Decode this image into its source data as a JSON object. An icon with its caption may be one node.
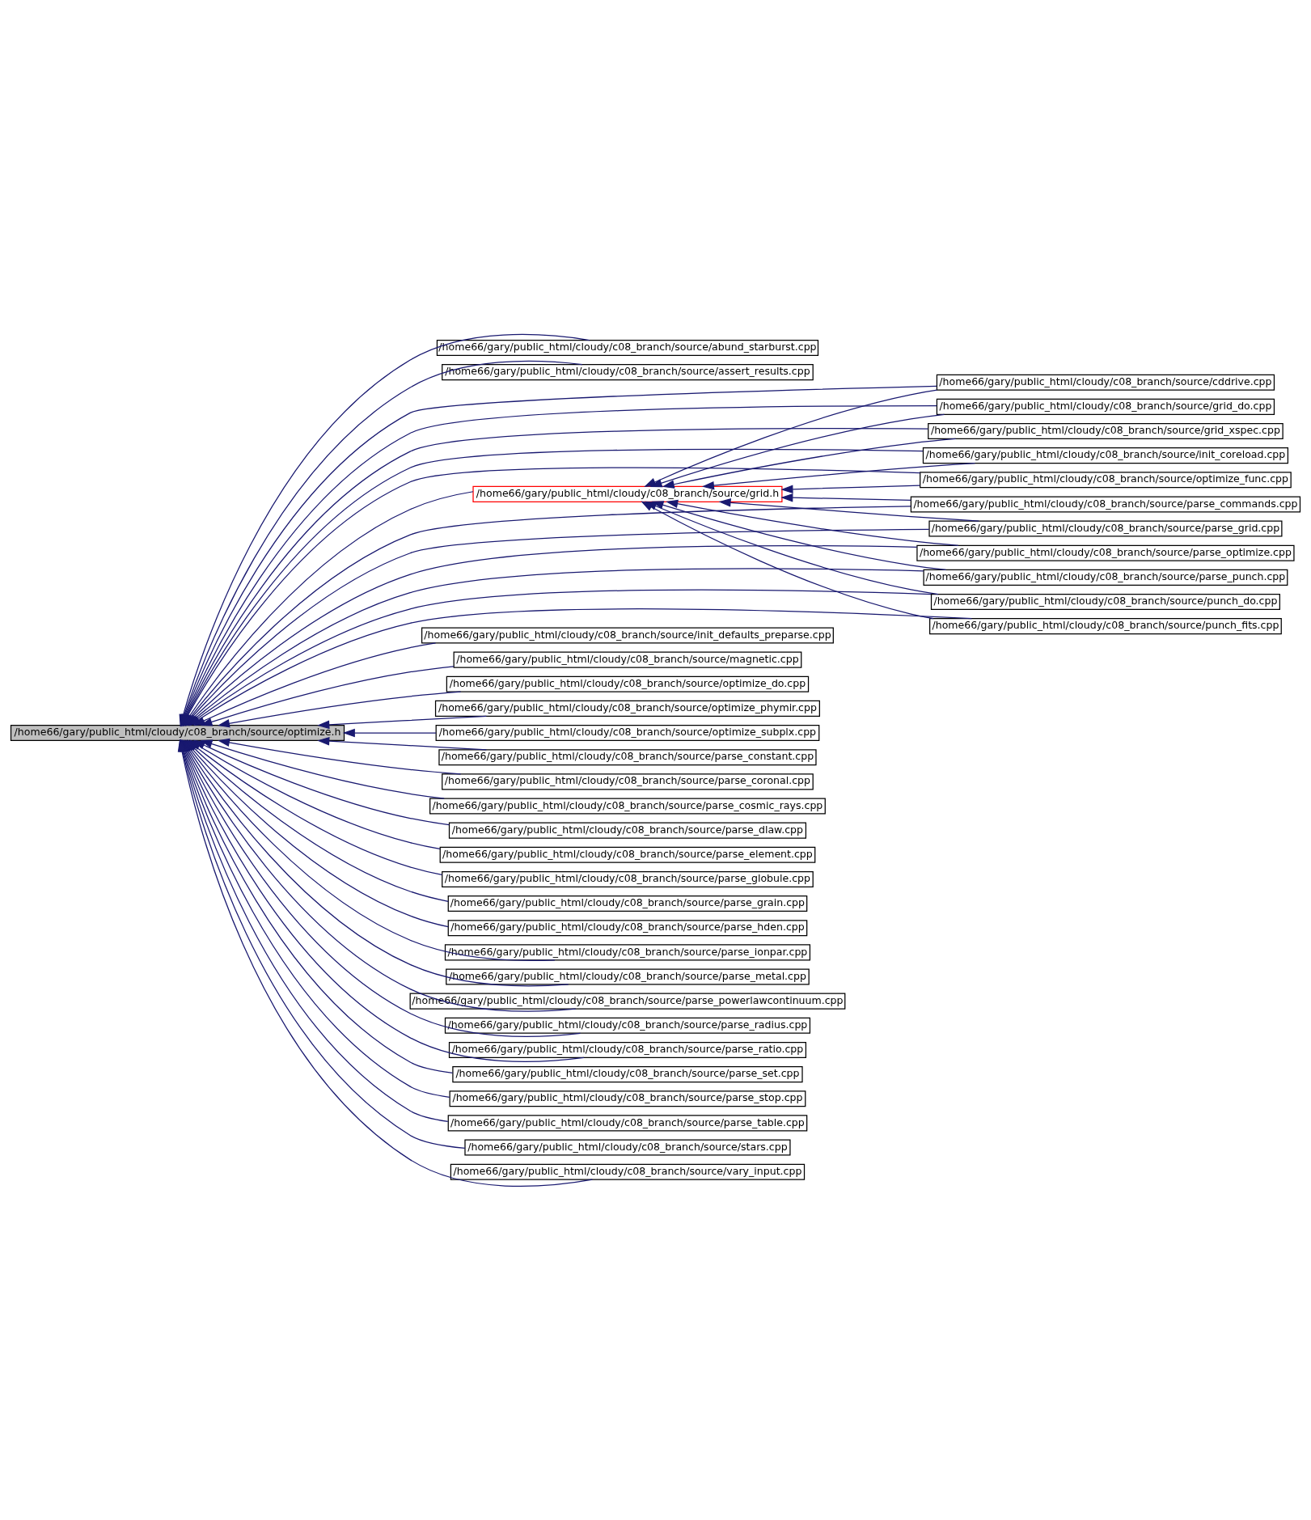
{
  "diagram": {
    "nodes": [
      {
        "text": [
          "/home66/gary/public_html/cloudy/c08_branch/source/optimize.h"
        ]
      },
      {
        "text": [
          "/home66/gary/public_html/cloudy/c08_branch/source/abund_starburst.cpp"
        ]
      },
      {
        "text": [
          "/home66/gary/public_html/cloudy/c08_branch/source/assert_results.cpp"
        ]
      },
      {
        "text": [
          "/home66/gary/public_html/cloudy/c08_branch/source/cddrive.cpp"
        ]
      },
      {
        "text": [
          "/home66/gary/public_html/cloudy/c08_branch/source/grid_do.cpp"
        ]
      },
      {
        "text": [
          "/home66/gary/public_html/cloudy/c08_branch/source/grid_xspec.cpp"
        ]
      },
      {
        "text": [
          "/home66/gary/public_html/cloudy/c08_branch/source/init_coreload.cpp"
        ]
      },
      {
        "text": [
          "/home66/gary/public_html/cloudy/c08_branch/source/optimize_func.cpp"
        ]
      },
      {
        "text": [
          "/home66/gary/public_html/cloudy/c08_branch/source/parse_commands.cpp"
        ]
      },
      {
        "text": [
          "/home66/gary/public_html/cloudy/c08_branch/source/grid.h"
        ]
      },
      {
        "text": [
          "/home66/gary/public_html/cloudy/c08_branch/source/parse_grid.cpp"
        ]
      },
      {
        "text": [
          "/home66/gary/public_html/cloudy/c08_branch/source/parse_optimize.cpp"
        ]
      },
      {
        "text": [
          "/home66/gary/public_html/cloudy/c08_branch/source/parse_punch.cpp"
        ]
      },
      {
        "text": [
          "/home66/gary/public_html/cloudy/c08_branch/source/punch_do.cpp"
        ]
      },
      {
        "text": [
          "/home66/gary/public_html/cloudy/c08_branch/source/punch_fits.cpp"
        ]
      },
      {
        "text": [
          "/home66/gary/public_html/cloudy/c08_branch/source/init_defaults_preparse.cpp"
        ]
      },
      {
        "text": [
          "/home66/gary/public_html/cloudy/c08_branch/source/magnetic.cpp"
        ]
      },
      {
        "text": [
          "/home66/gary/public_html/cloudy/c08_branch/source/optimize_do.cpp"
        ]
      },
      {
        "text": [
          "/home66/gary/public_html/cloudy/c08_branch/source/optimize_phymir.cpp"
        ]
      },
      {
        "text": [
          "/home66/gary/public_html/cloudy/c08_branch/source/optimize_subplx.cpp"
        ]
      },
      {
        "text": [
          "/home66/gary/public_html/cloudy/c08_branch/source/parse_constant.cpp"
        ]
      },
      {
        "text": [
          "/home66/gary/public_html/cloudy/c08_branch/source/parse_coronal.cpp"
        ]
      },
      {
        "text": [
          "/home66/gary/public_html/cloudy/c08_branch/source/parse_cosmic_rays.cpp"
        ]
      },
      {
        "text": [
          "/home66/gary/public_html/cloudy/c08_branch/source/parse_dlaw.cpp"
        ]
      },
      {
        "text": [
          "/home66/gary/public_html/cloudy/c08_branch/source/parse_element.cpp"
        ]
      },
      {
        "text": [
          "/home66/gary/public_html/cloudy/c08_branch/source/parse_globule.cpp"
        ]
      },
      {
        "text": [
          "/home66/gary/public_html/cloudy/c08_branch/source/parse_grain.cpp"
        ]
      },
      {
        "text": [
          "/home66/gary/public_html/cloudy/c08_branch/source/parse_hden.cpp"
        ]
      },
      {
        "text": [
          "/home66/gary/public_html/cloudy/c08_branch/source/parse_ionpar.cpp"
        ]
      },
      {
        "text": [
          "/home66/gary/public_html/cloudy/c08_branch/source/parse_metal.cpp"
        ]
      },
      {
        "text": [
          "/home66/gary/public_html/cloudy/c08_branch/source/parse_powerlawcontinuum.cpp"
        ]
      },
      {
        "text": [
          "/home66/gary/public_html/cloudy/c08_branch/source/parse_radius.cpp"
        ]
      },
      {
        "text": [
          "/home66/gary/public_html/cloudy/c08_branch/source/parse_ratio.cpp"
        ]
      },
      {
        "text": [
          "/home66/gary/public_html/cloudy/c08_branch/source/parse_set.cpp"
        ]
      },
      {
        "text": [
          "/home66/gary/public_html/cloudy/c08_branch/source/parse_stop.cpp"
        ]
      },
      {
        "text": [
          "/home66/gary/public_html/cloudy/c08_branch/source/parse_table.cpp"
        ]
      },
      {
        "text": [
          "/home66/gary/public_html/cloudy/c08_branch/source/stars.cpp"
        ]
      },
      {
        "text": [
          "/home66/gary/public_html/cloudy/c08_branch/source/vary_input.cpp"
        ]
      }
    ],
    "edges": [
      {
        "from": 1,
        "to": 0,
        "arrow": "to"
      },
      {
        "from": 2,
        "to": 0,
        "arrow": "to"
      },
      {
        "from": 3,
        "to": 0,
        "arrow": "to"
      },
      {
        "from": 4,
        "to": 0,
        "arrow": "to"
      },
      {
        "from": 5,
        "to": 0,
        "arrow": "to"
      },
      {
        "from": 6,
        "to": 0,
        "arrow": "to"
      },
      {
        "from": 7,
        "to": 0,
        "arrow": "to"
      },
      {
        "from": 8,
        "to": 0,
        "arrow": "to"
      },
      {
        "from": 9,
        "to": 0,
        "arrow": "to"
      },
      {
        "from": 3,
        "to": 9,
        "arrow": "to"
      },
      {
        "from": 4,
        "to": 9,
        "arrow": "to"
      },
      {
        "from": 5,
        "to": 9,
        "arrow": "to"
      },
      {
        "from": 6,
        "to": 9,
        "arrow": "to"
      },
      {
        "from": 7,
        "to": 9,
        "arrow": "to"
      },
      {
        "from": 8,
        "to": 9,
        "arrow": "to"
      },
      {
        "from": 10,
        "to": 9,
        "arrow": "to"
      },
      {
        "from": 11,
        "to": 9,
        "arrow": "to"
      },
      {
        "from": 12,
        "to": 9,
        "arrow": "to"
      },
      {
        "from": 13,
        "to": 9,
        "arrow": "to"
      },
      {
        "from": 14,
        "to": 9,
        "arrow": "to"
      },
      {
        "from": 10,
        "to": 0,
        "arrow": "to"
      },
      {
        "from": 11,
        "to": 0,
        "arrow": "to"
      },
      {
        "from": 12,
        "to": 0,
        "arrow": "to"
      },
      {
        "from": 13,
        "to": 0,
        "arrow": "to"
      },
      {
        "from": 14,
        "to": 0,
        "arrow": "to"
      },
      {
        "from": 15,
        "to": 0,
        "arrow": "to"
      },
      {
        "from": 16,
        "to": 0,
        "arrow": "to"
      },
      {
        "from": 17,
        "to": 0,
        "arrow": "to"
      },
      {
        "from": 18,
        "to": 0,
        "arrow": "to"
      },
      {
        "from": 19,
        "to": 0,
        "arrow": "to"
      },
      {
        "from": 20,
        "to": 0,
        "arrow": "to"
      },
      {
        "from": 21,
        "to": 0,
        "arrow": "to"
      },
      {
        "from": 22,
        "to": 0,
        "arrow": "to"
      },
      {
        "from": 23,
        "to": 0,
        "arrow": "to"
      },
      {
        "from": 24,
        "to": 0,
        "arrow": "to"
      },
      {
        "from": 25,
        "to": 0,
        "arrow": "to"
      },
      {
        "from": 26,
        "to": 0,
        "arrow": "to"
      },
      {
        "from": 27,
        "to": 0,
        "arrow": "to"
      },
      {
        "from": 28,
        "to": 0,
        "arrow": "to"
      },
      {
        "from": 29,
        "to": 0,
        "arrow": "to"
      },
      {
        "from": 30,
        "to": 0,
        "arrow": "to"
      },
      {
        "from": 31,
        "to": 0,
        "arrow": "to"
      },
      {
        "from": 32,
        "to": 0,
        "arrow": "to"
      },
      {
        "from": 33,
        "to": 0,
        "arrow": "to"
      },
      {
        "from": 34,
        "to": 0,
        "arrow": "to"
      },
      {
        "from": 35,
        "to": 0,
        "arrow": "to"
      },
      {
        "from": 36,
        "to": 0,
        "arrow": "to"
      },
      {
        "from": 37,
        "to": 0,
        "arrow": "to"
      }
    ]
  }
}
